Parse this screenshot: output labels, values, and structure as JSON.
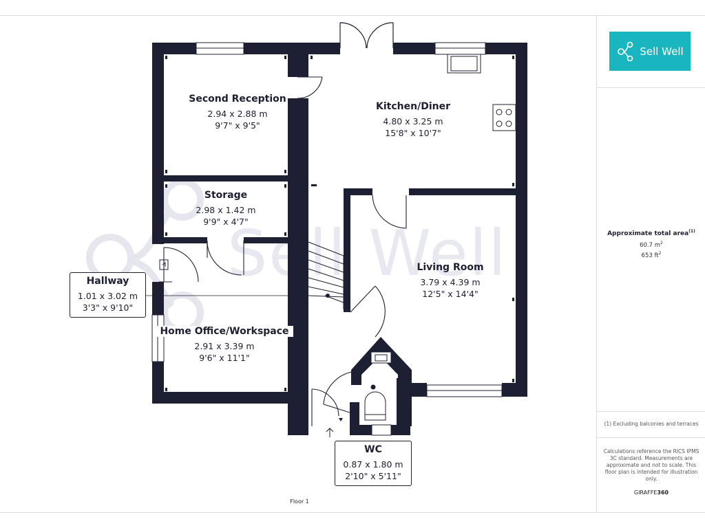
{
  "logo": {
    "brand_text": "Sell Well"
  },
  "watermark": {
    "text": "Sell Well"
  },
  "rooms": {
    "second_reception": {
      "name": "Second Reception",
      "metric": "2.94 x 2.88 m",
      "imperial": "9'7\" x 9'5\""
    },
    "kitchen_diner": {
      "name": "Kitchen/Diner",
      "metric": "4.80 x 3.25 m",
      "imperial": "15'8\" x 10'7\""
    },
    "storage": {
      "name": "Storage",
      "metric": "2.98 x 1.42 m",
      "imperial": "9'9\" x 4'7\""
    },
    "living_room": {
      "name": "Living Room",
      "metric": "3.79 x 4.39 m",
      "imperial": "12'5\" x 14'4\""
    },
    "hallway": {
      "name": "Hallway",
      "metric": "1.01 x 3.02 m",
      "imperial": "3'3\" x 9'10\""
    },
    "home_office": {
      "name": "Home Office/Workspace",
      "metric": "2.91 x 3.39 m",
      "imperial": "9'6\" x 11'1\""
    },
    "wc": {
      "name": "WC",
      "metric": "0.87 x 1.80 m",
      "imperial": "2'10\" x 5'11\""
    }
  },
  "floor_label": "Floor 1",
  "sidebar": {
    "area_title": "Approximate total area",
    "area_title_sup": "(1)",
    "area_m2": "60.7 m",
    "area_m2_sup": "2",
    "area_ft2": "653 ft",
    "area_ft2_sup": "2",
    "footnote": "(1) Excluding balconies and terraces",
    "disclaimer": "Calculations reference the RICS IPMS 3C standard. Measurements are approximate and not to scale. This floor plan is intended for illustration only.",
    "giraffe_prefix": "GIRAFFE",
    "giraffe_suffix": "360"
  },
  "colors": {
    "wall": "#1d1f33",
    "brand": "#1ab6c0",
    "watermark": "#dfe1ea"
  }
}
